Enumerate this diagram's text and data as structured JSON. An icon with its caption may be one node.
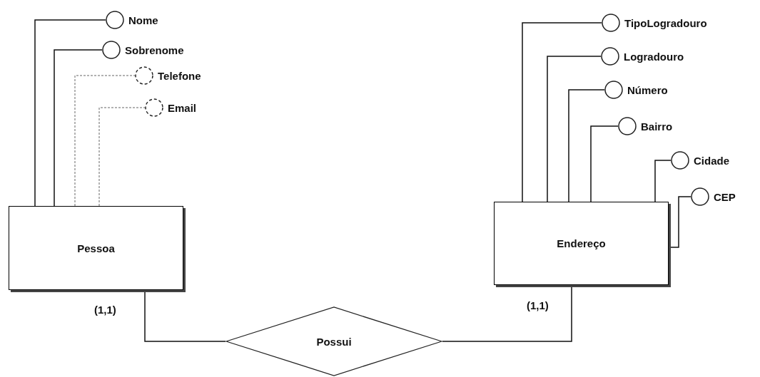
{
  "diagram": {
    "nodes": [
      {
        "text": [
          "Pessoa"
        ]
      },
      {
        "text": [
          "Nome"
        ]
      },
      {
        "text": [
          "Sobrenome"
        ]
      },
      {
        "text": [
          "Telefone"
        ]
      },
      {
        "text": [
          "Email"
        ]
      },
      {
        "text": [
          "Possui"
        ]
      },
      {
        "text": [
          "Endereço"
        ]
      },
      {
        "text": [
          "TipoLogradouro"
        ]
      },
      {
        "text": [
          "Logradouro"
        ]
      },
      {
        "text": [
          "Número"
        ]
      },
      {
        "text": [
          "Bairro"
        ]
      },
      {
        "text": [
          "Cidade"
        ]
      },
      {
        "text": [
          "CEP"
        ]
      }
    ],
    "edges": [
      {
        "from": 0,
        "to": 1,
        "arrow": "none"
      },
      {
        "from": 0,
        "to": 2,
        "arrow": "none"
      },
      {
        "from": 0,
        "to": 3,
        "arrow": "none",
        "style": "dashed"
      },
      {
        "from": 0,
        "to": 4,
        "arrow": "none",
        "style": "dashed"
      },
      {
        "from": 6,
        "to": 7,
        "arrow": "none"
      },
      {
        "from": 6,
        "to": 8,
        "arrow": "none"
      },
      {
        "from": 6,
        "to": 9,
        "arrow": "none"
      },
      {
        "from": 6,
        "to": 10,
        "arrow": "none"
      },
      {
        "from": 6,
        "to": 11,
        "arrow": "none"
      },
      {
        "from": 6,
        "to": 12,
        "arrow": "none"
      },
      {
        "from": 0,
        "to": 5,
        "arrow": "none",
        "label": "(1,1)"
      },
      {
        "from": 6,
        "to": 5,
        "arrow": "none",
        "label": "(1,1)"
      }
    ]
  }
}
